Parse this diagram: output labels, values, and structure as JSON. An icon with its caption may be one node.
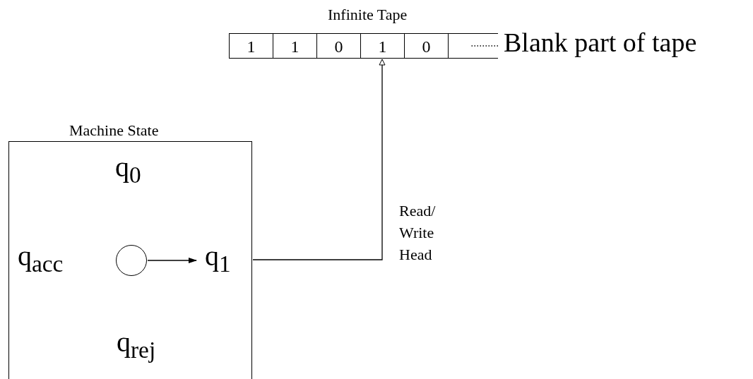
{
  "diagram": {
    "nodes": [
      {
        "text": [
          "Infinite Tape"
        ]
      },
      {
        "text": [
          "1"
        ],
        "in": 0
      },
      {
        "text": [
          "1"
        ],
        "in": 0
      },
      {
        "text": [
          "0"
        ],
        "in": 0
      },
      {
        "text": [
          "1"
        ],
        "in": 0
      },
      {
        "text": [
          "0"
        ],
        "in": 0
      },
      {
        "text": [],
        "shape": "box",
        "in": 0
      },
      {
        "text": [
          "Blank part of tape"
        ]
      },
      {
        "text": [
          "Machine State"
        ]
      },
      {
        "text": [
          "q$_{0}$"
        ],
        "in": 8
      },
      {
        "text": [
          "q$_{acc}$"
        ],
        "in": 8
      },
      {
        "text": [],
        "shape": "circle",
        "in": 8
      },
      {
        "text": [
          "q$_{1}$"
        ],
        "in": 8
      },
      {
        "text": [
          "q$_{rej}$"
        ],
        "in": 8
      }
    ],
    "edges": [
      {
        "from": 11,
        "to": 12,
        "arrow": "to"
      },
      {
        "from": 8,
        "to": 4,
        "arrow": "to",
        "label": "Read/ Write Head"
      },
      {
        "from": 7,
        "to": 6,
        "arrow": "none",
        "style": "dashed"
      }
    ]
  }
}
